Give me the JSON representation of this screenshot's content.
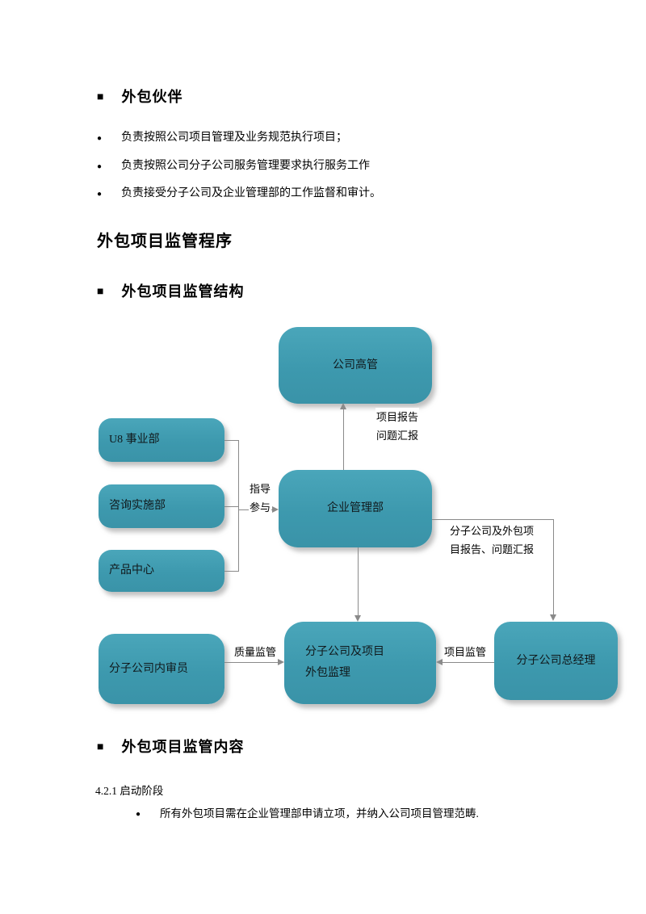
{
  "doc": {
    "h1": {
      "marker": "■",
      "text": "外包伙伴"
    },
    "partners_bullets": [
      {
        "marker": "●",
        "text": "负责按照公司项目管理及业务规范执行项目；"
      },
      {
        "marker": "●",
        "text": "负责按照公司分子公司服务管理要求执行服务工作"
      },
      {
        "marker": "●",
        "text": "负责接受分子公司及企业管理部的工作监督和审计。"
      }
    ],
    "h2": "外包项目监管程序",
    "h3": {
      "marker": "■",
      "text": "外包项目监管结构"
    },
    "h4": {
      "marker": "■",
      "text": "外包项目监管内容"
    },
    "sub_numbered": "4.2.1 启动阶段",
    "startup_bullet": {
      "marker": "●",
      "text": "所有外包项目需在企业管理部申请立项，并纳入公司项目管理范畴."
    }
  },
  "diagram": {
    "nodes": {
      "executives": "公司高管",
      "u8": "U8 事业部",
      "consulting": "咨询实施部",
      "product": "产品中心",
      "ent_mgmt": "企业管理部",
      "auditor": "分子公司内审员",
      "supervision_l1": "分子公司及项目",
      "supervision_l2": "外包监理",
      "gm": "分子公司总经理"
    },
    "edge_labels": {
      "report_l1": "项目报告",
      "report_l2": "问题汇报",
      "guide_l1": "指导",
      "guide_l2": "参与",
      "right_l1": "分子公司及外包项",
      "right_l2": "目报告、问题汇报",
      "quality": "质量监管",
      "project": "项目监管"
    }
  },
  "colors": {
    "node_fill": "#3D99AE",
    "arrow": "#8A8A8A"
  }
}
